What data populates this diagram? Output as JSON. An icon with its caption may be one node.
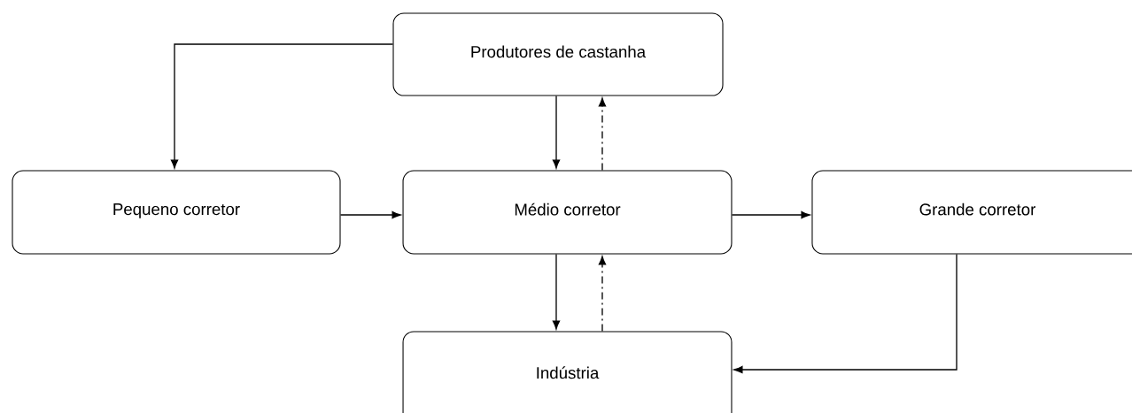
{
  "diagram": {
    "nodes": [
      {
        "text": [
          "Produtores de castanha"
        ]
      },
      {
        "text": [
          "Pequeno corretor"
        ]
      },
      {
        "text": [
          "Médio corretor"
        ]
      },
      {
        "text": [
          "Grande corretor"
        ]
      },
      {
        "text": [
          "Indústria"
        ]
      }
    ],
    "edges": [
      {
        "from": 0,
        "to": 1,
        "arrow": "to"
      },
      {
        "from": 0,
        "to": 2,
        "arrow": "to"
      },
      {
        "from": 2,
        "to": 0,
        "arrow": "to",
        "style": "dashed"
      },
      {
        "from": 1,
        "to": 2,
        "arrow": "to"
      },
      {
        "from": 2,
        "to": 3,
        "arrow": "to"
      },
      {
        "from": 2,
        "to": 4,
        "arrow": "to"
      },
      {
        "from": 4,
        "to": 2,
        "arrow": "to",
        "style": "dashed"
      },
      {
        "from": 3,
        "to": 4,
        "arrow": "to"
      }
    ]
  }
}
